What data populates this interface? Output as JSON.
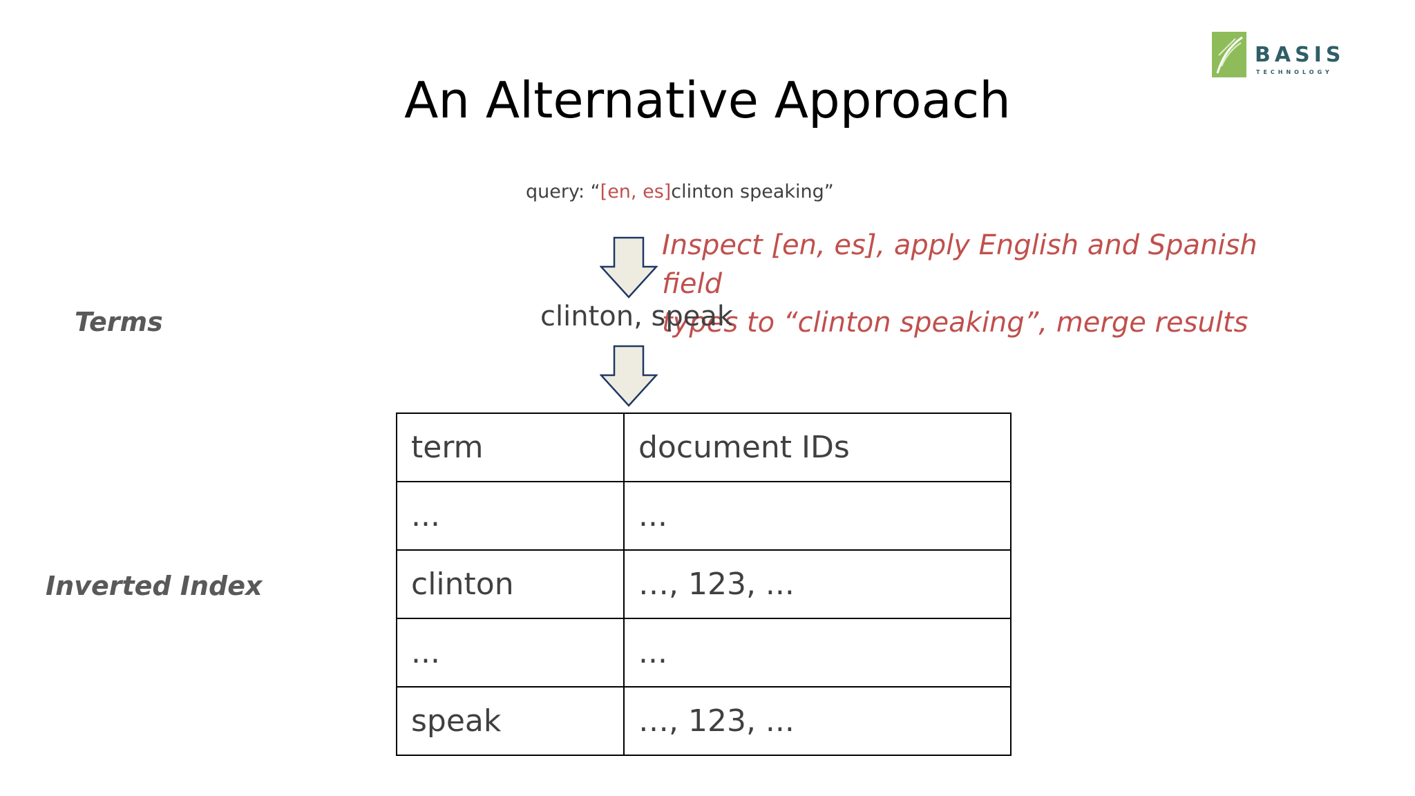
{
  "title": "An Alternative Approach",
  "logo": {
    "name": "BASIS",
    "tagline": "TECHNOLOGY"
  },
  "query": {
    "prefix": "query: “",
    "languages": "[en, es]",
    "text": "clinton speaking”"
  },
  "annotation": {
    "line1": "Inspect [en, es], apply English and Spanish field",
    "line2": "types to “clinton speaking”, merge results"
  },
  "terms_result": "clinton, speak",
  "side_labels": {
    "terms": "Terms",
    "inverted_index": "Inverted Index"
  },
  "table": {
    "header": {
      "term": "term",
      "docs": "document IDs"
    },
    "rows": [
      {
        "term": "...",
        "docs": "..."
      },
      {
        "term": "clinton",
        "docs": "…, 123, ..."
      },
      {
        "term": "...",
        "docs": "..."
      },
      {
        "term": "speak",
        "docs": "…, 123, ..."
      }
    ]
  },
  "colors": {
    "accent_red": "#c0504d",
    "text_gray": "#404040",
    "label_gray": "#595959",
    "arrow_fill": "#eeece1",
    "arrow_stroke": "#1f3864",
    "logo_green": "#8fbc5a",
    "logo_text": "#2f5e67"
  },
  "icons": {
    "logo": "basis-leaf-logo",
    "arrow": "down-arrow-icon"
  }
}
